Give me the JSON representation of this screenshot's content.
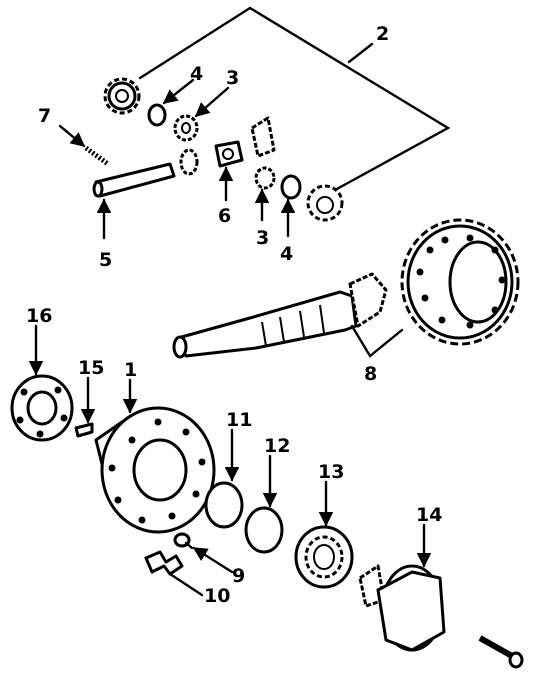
{
  "colors": {
    "ink": "#000000",
    "background": "#ffffff"
  },
  "callouts": {
    "c1": "1",
    "c2": "2",
    "c3a": "3",
    "c3b": "3",
    "c4a": "4",
    "c4b": "4",
    "c5": "5",
    "c6": "6",
    "c7": "7",
    "c8": "8",
    "c9": "9",
    "c10": "10",
    "c11": "11",
    "c12": "12",
    "c13": "13",
    "c14": "14",
    "c15": "15",
    "c16": "16"
  }
}
